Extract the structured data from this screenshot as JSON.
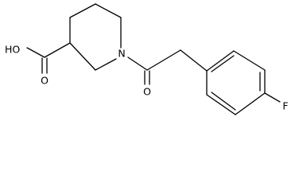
{
  "structure": {
    "atoms": {
      "oh_label": "HO",
      "carbonyl_o_acid_label": "O",
      "ring_n_label": "N",
      "carbonyl_o_amide_label": "O",
      "fluorine_label": "F"
    },
    "colors": {
      "bond": "#000000",
      "label": "#000000",
      "background": "#ffffff"
    }
  }
}
